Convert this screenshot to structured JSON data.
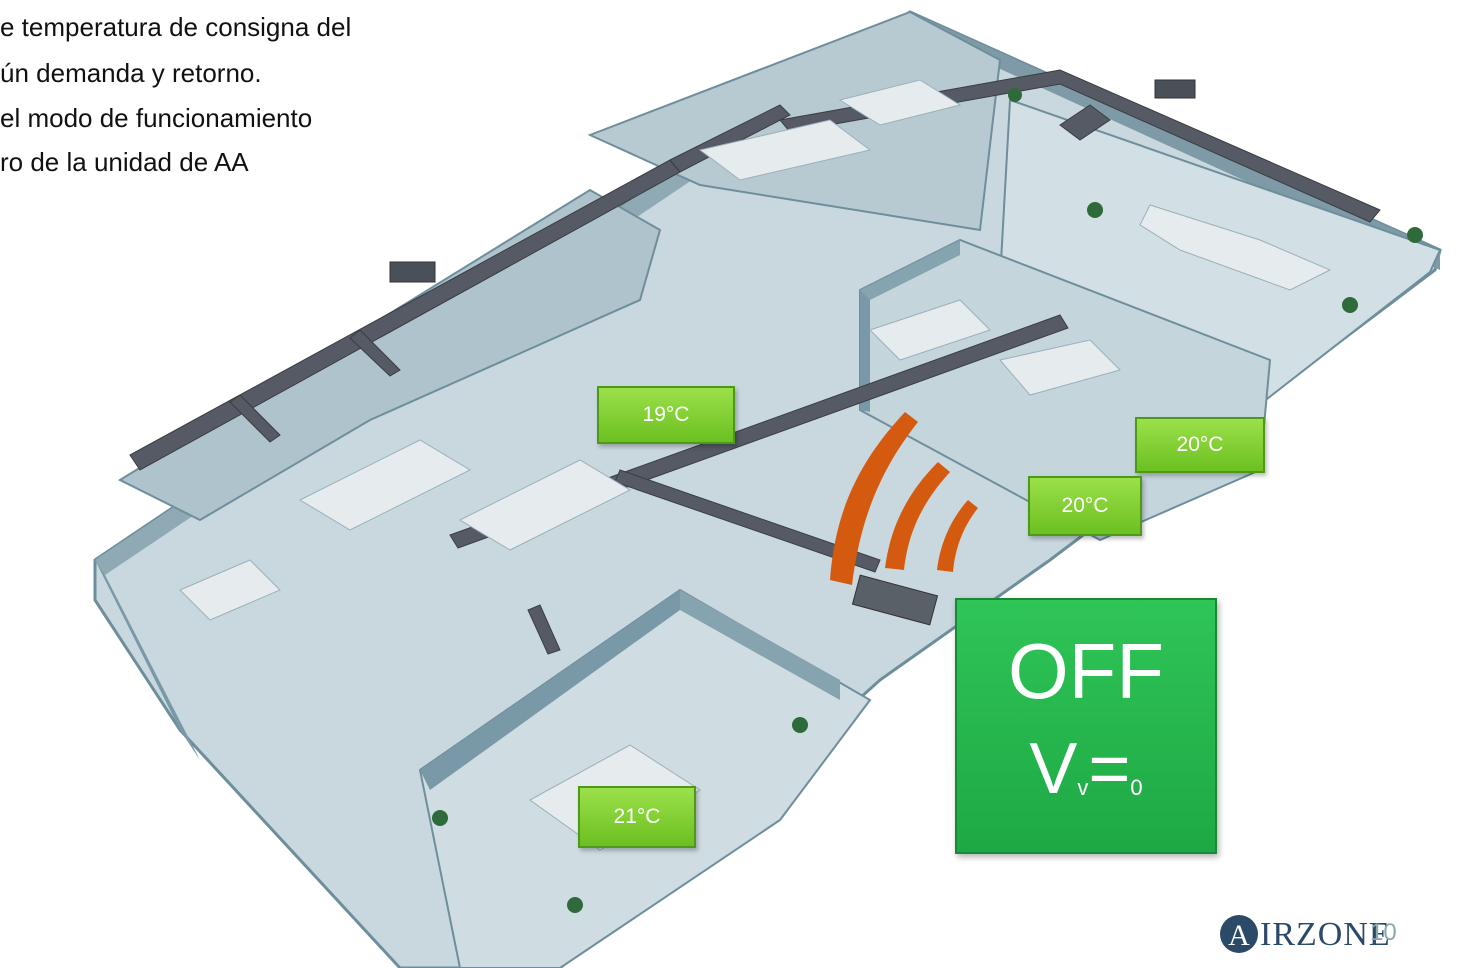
{
  "description_lines": [
    "e temperatura de consigna del",
    "ún demanda y retorno.",
    "el modo de funcionamiento",
    "ro de la unidad de AA"
  ],
  "zones": [
    {
      "temp": "19°C"
    },
    {
      "temp": "20°C"
    },
    {
      "temp": "20°C"
    },
    {
      "temp": "21°C"
    }
  ],
  "status": {
    "state": "OFF",
    "v_main": "V",
    "v_sub": "v",
    "v_eq": "=",
    "v_val": "0"
  },
  "brand": {
    "logo_letter": "A",
    "logo_word": "IRZONE"
  },
  "page_number": "10",
  "colors": {
    "zone_label": "#7ccc2e",
    "status_box": "#22b14c",
    "airflow": "#d45a10",
    "walls": "#7a99a8",
    "brand": "#2a4a68"
  }
}
